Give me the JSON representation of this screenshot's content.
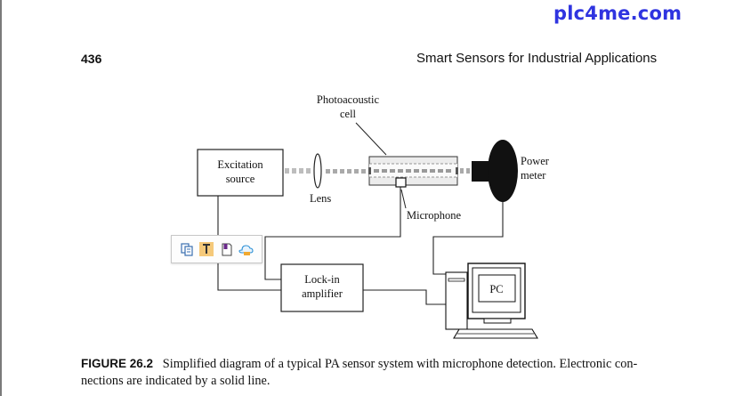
{
  "watermark": "plc4me.com",
  "header": {
    "page_number": "436",
    "running_title": "Smart Sensors for Industrial Applications"
  },
  "diagram": {
    "excitation_line1": "Excitation",
    "excitation_line2": "source",
    "lens": "Lens",
    "cell_line1": "Photoacoustic",
    "cell_line2": "cell",
    "microphone": "Microphone",
    "power_line1": "Power",
    "power_line2": "meter",
    "lockin_line1": "Lock-in",
    "lockin_line2": "amplifier",
    "pc": "PC"
  },
  "toolbar": {
    "icons": [
      "copy-icon",
      "text-icon",
      "bookmark-icon",
      "cloud-icon"
    ],
    "colors": {
      "copy": "#3a6fb0",
      "text_bg": "#f5c97a",
      "bookmark": "#6a2a8a",
      "cloud": "#2b8fd6"
    }
  },
  "caption": {
    "label": "FIGURE 26.2",
    "line1": "Simplified diagram of a typical PA sensor system with microphone detection. Electronic con-",
    "line2": "nections are indicated by a solid line."
  }
}
